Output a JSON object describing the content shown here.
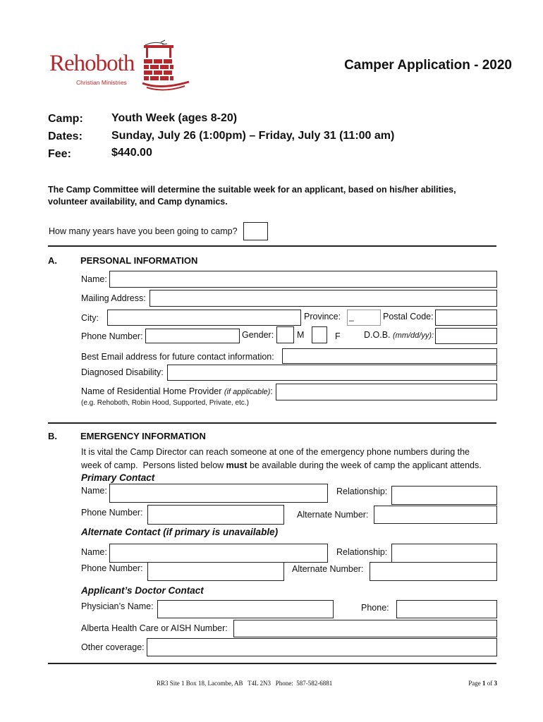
{
  "logo": {
    "name": "Rehoboth",
    "subtitle": "Christian Ministries",
    "color_primary": "#b3282d"
  },
  "title": "Camper Application - 2020",
  "camp_info": {
    "camp_label": "Camp:",
    "camp_value": "Youth Week (ages 8-20)",
    "dates_label": "Dates:",
    "dates_value": "Sunday, July 26 (1:00pm) – Friday, July 31 (11:00 am)",
    "fee_label": "Fee:",
    "fee_value": "$440.00"
  },
  "notice_line1": "The Camp Committee will determine the suitable week for an applicant, based on his/her abilities,",
  "notice_line2": "volunteer availability, and Camp dynamics.",
  "years_question": "How many years have you been going to camp?",
  "section_a": {
    "letter": "A.",
    "title": "PERSONAL INFORMATION",
    "name_label": "Name:",
    "mailing_label": "Mailing Address:",
    "city_label": "City:",
    "province_label": "Province:",
    "province_value": "_",
    "postal_label": "Postal Code:",
    "phone_label": "Phone Number:",
    "gender_label": "Gender:",
    "gender_m": "M",
    "gender_f": "F",
    "dob_label": "D.O.B.",
    "dob_hint": "(mm/dd/yy):",
    "email_label": "Best Email address for future contact information:",
    "disability_label": "Diagnosed Disability:",
    "residential_label": "Name of Residential Home Provider",
    "residential_hint": "(if applicable)",
    "residential_colon": ":",
    "residential_example": "(e.g. Rehoboth, Robin Hood, Supported, Private, etc.)"
  },
  "section_b": {
    "letter": "B.",
    "title": "EMERGENCY INFORMATION",
    "intro_line1": "It is vital the Camp Director can reach someone at one of the emergency phone numbers during the",
    "intro_line2_a": "week of camp.  Persons listed below ",
    "intro_line2_bold": "must",
    "intro_line2_b": " be available during the week of camp the applicant attends.",
    "primary_heading": "Primary Contact",
    "primary_name_label": "Name:",
    "primary_relationship_label": "Relationship:",
    "primary_phone_label": "Phone Number:",
    "primary_alt_label": "Alternate Number:",
    "alternate_heading": "Alternate Contact (if primary is unavailable)",
    "alt_name_label": "Name:",
    "alt_relationship_label": "Relationship:",
    "alt_phone_label": "Phone Number:",
    "alt_alt_label": "Alternate Number:",
    "doctor_heading": "Applicant’s Doctor Contact",
    "physician_label": "Physician’s Name:",
    "doctor_phone_label": "Phone:",
    "health_label": "Alberta Health Care or AISH Number:",
    "coverage_label": "Other coverage:"
  },
  "footer": {
    "address": "RR3 Site 1 Box 18, Lacombe, AB   T4L 2N3   Phone:  587-582-6881",
    "page_prefix": "Page",
    "page_num": "1",
    "page_of": "of",
    "page_total": "3"
  }
}
